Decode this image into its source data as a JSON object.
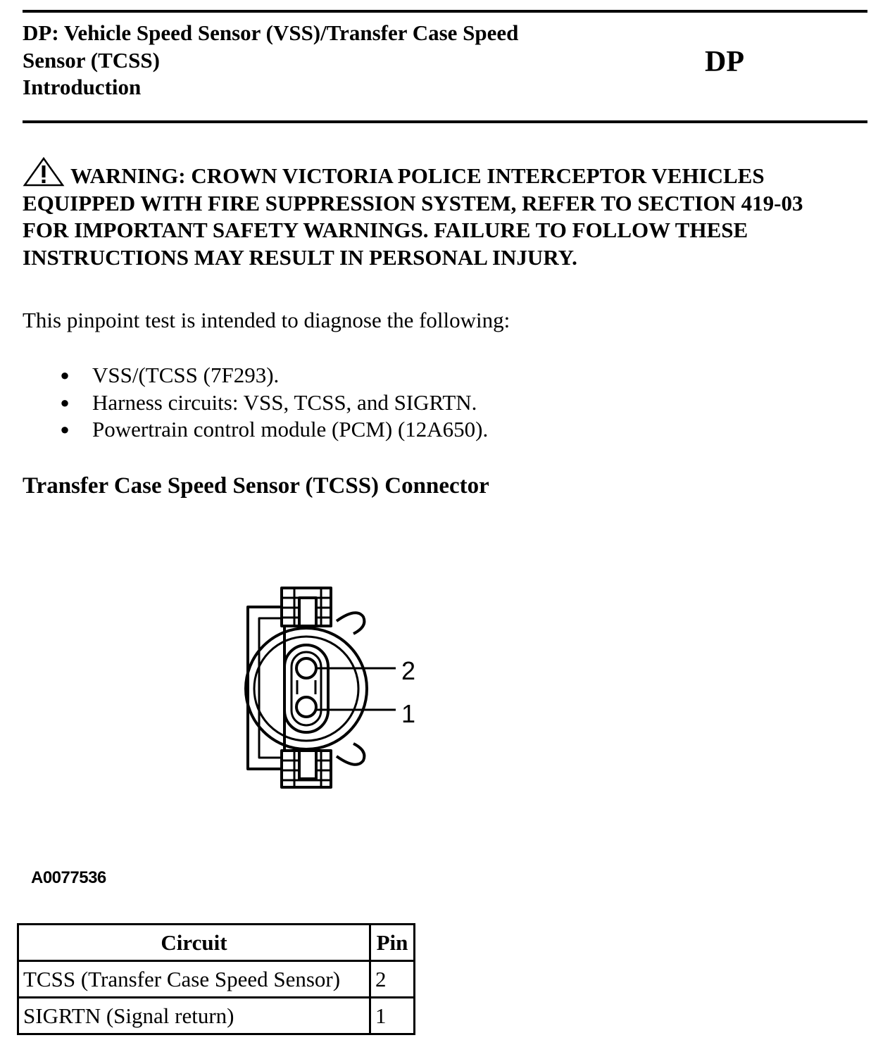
{
  "header": {
    "title_lines": [
      "DP: Vehicle Speed Sensor (VSS)/Transfer Case Speed",
      "Sensor (TCSS)",
      "Introduction"
    ],
    "code": "DP"
  },
  "warning": {
    "icon": "warning-triangle-icon",
    "lines": [
      "WARNING: CROWN VICTORIA POLICE INTERCEPTOR VEHICLES",
      "EQUIPPED WITH FIRE SUPPRESSION SYSTEM, REFER TO SECTION 419-03",
      "FOR IMPORTANT SAFETY WARNINGS. FAILURE TO FOLLOW THESE",
      "INSTRUCTIONS MAY RESULT IN PERSONAL INJURY."
    ]
  },
  "intro": "This pinpoint test is intended to diagnose the following:",
  "bullets": [
    "VSS/(TCSS (7F293).",
    "Harness circuits: VSS, TCSS, and SIGRTN.",
    "Powertrain control module (PCM) (12A650)."
  ],
  "section_heading": "Transfer Case Speed Sensor (TCSS) Connector",
  "diagram": {
    "pin_labels": [
      "2",
      "1"
    ],
    "figure_id": "A0077536"
  },
  "pin_table": {
    "headers": [
      "Circuit",
      "Pin"
    ],
    "rows": [
      [
        "TCSS (Transfer Case Speed Sensor)",
        "2"
      ],
      [
        "SIGRTN (Signal return)",
        "1"
      ]
    ]
  }
}
